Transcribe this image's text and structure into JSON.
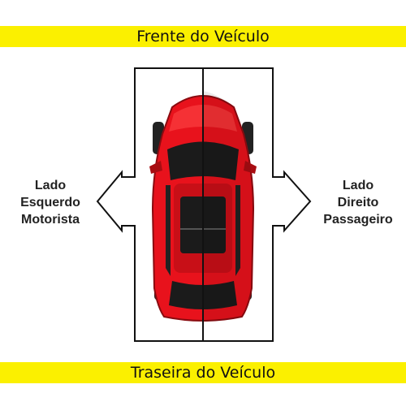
{
  "header": {
    "front_label": "Frente do Veículo"
  },
  "footer": {
    "rear_label": "Traseira do Veículo"
  },
  "left_side": {
    "lines": [
      "Lado",
      "Esquerdo",
      "Motorista"
    ]
  },
  "right_side": {
    "lines": [
      "Lado",
      "Direito",
      "Passageiro"
    ]
  },
  "colors": {
    "band": "#fbf000",
    "car_body": "#e8121c",
    "car_shade": "#a80d12",
    "glass": "#1b1b1b",
    "outline": "#111111"
  },
  "icons": {
    "left_arrow": "arrow-left-icon",
    "right_arrow": "arrow-right-icon",
    "vehicle": "car-top-view-icon"
  }
}
